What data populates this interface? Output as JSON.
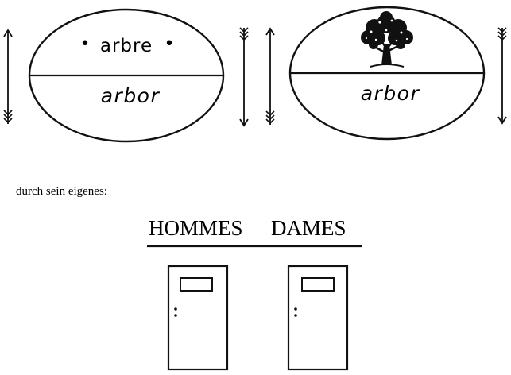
{
  "diagram_left": {
    "signified": "arbre",
    "signifier": "arbor"
  },
  "diagram_right": {
    "signifier": "arbor",
    "image_icon": "tree-icon"
  },
  "caption": "durch sein eigenes:",
  "signs": {
    "men": "HOMMES",
    "women": "DAMES"
  },
  "colors": {
    "ink": "#111111",
    "paper": "#ffffff"
  }
}
